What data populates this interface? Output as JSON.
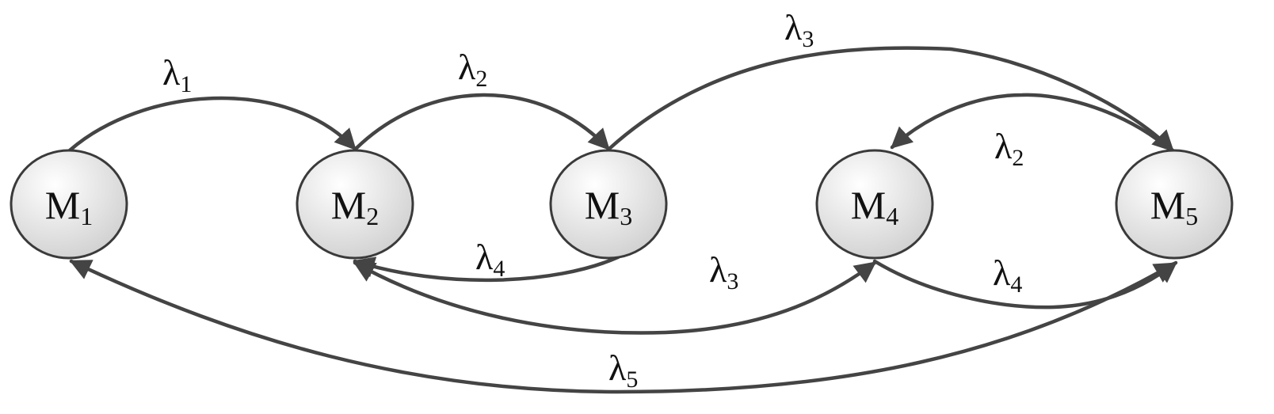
{
  "colors": {
    "node_fill_light": "#ffffff",
    "node_fill_dark": "#cfcfcf",
    "node_stroke": "#3a3a3a",
    "edge": "#444444",
    "text": "#111111"
  },
  "nodes": [
    {
      "id": "M1",
      "label": "M",
      "subscript": "1"
    },
    {
      "id": "M2",
      "label": "M",
      "subscript": "2"
    },
    {
      "id": "M3",
      "label": "M",
      "subscript": "3"
    },
    {
      "id": "M4",
      "label": "M",
      "subscript": "4"
    },
    {
      "id": "M5",
      "label": "M",
      "subscript": "5"
    }
  ],
  "edges": [
    {
      "id": "m1-m2",
      "from": "M1",
      "to": "M2",
      "label": "λ",
      "subscript": "1"
    },
    {
      "id": "m2-m3",
      "from": "M2",
      "to": "M3",
      "label": "λ",
      "subscript": "2"
    },
    {
      "id": "m3-m5",
      "from": "M3",
      "to": "M5",
      "label": "λ",
      "subscript": "3"
    },
    {
      "id": "m5-m4",
      "from": "M5",
      "to": "M4",
      "label": "λ",
      "subscript": "2"
    },
    {
      "id": "m3-m2",
      "from": "M3",
      "to": "M2",
      "label": "λ",
      "subscript": "4"
    },
    {
      "id": "m2-m4",
      "from": "M2",
      "to": "M4",
      "label": "λ",
      "subscript": "3",
      "bidirectional": true
    },
    {
      "id": "m4-m5",
      "from": "M4",
      "to": "M5",
      "label": "λ",
      "subscript": "4"
    },
    {
      "id": "m1-m5",
      "from": "M1",
      "to": "M5",
      "label": "λ",
      "subscript": "5",
      "bidirectional": true
    }
  ]
}
